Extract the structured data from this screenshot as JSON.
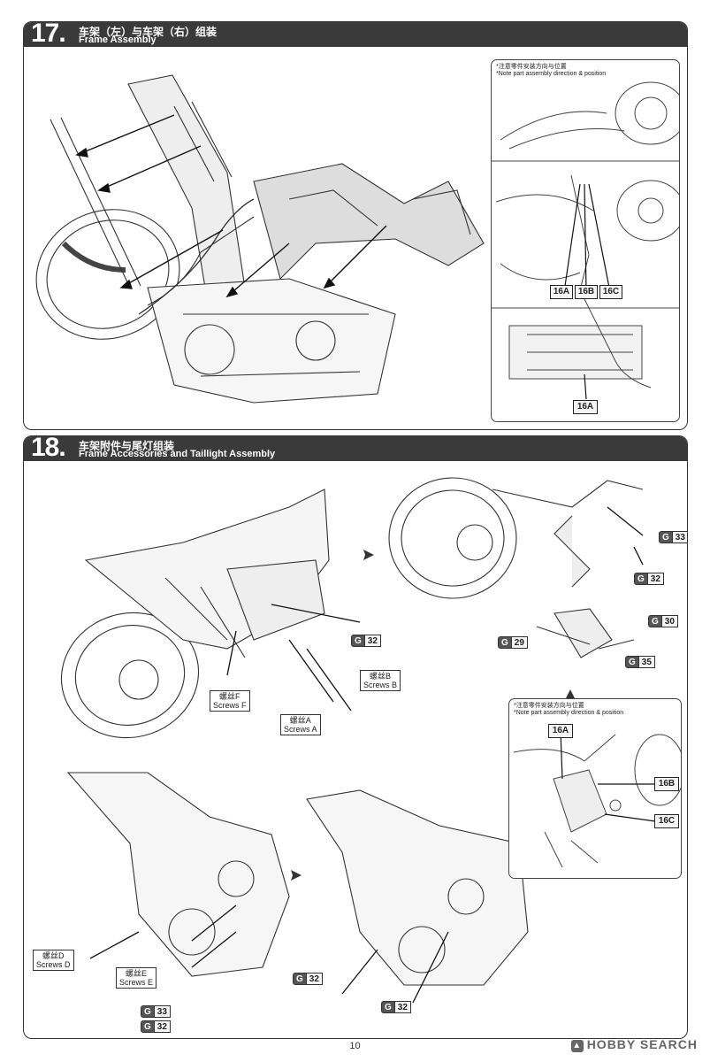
{
  "step17": {
    "number": "17.",
    "title_cn": "车架（左）与车架（右）组装",
    "title_en": "Frame Assembly",
    "note_cn": "*注意零件安装方向与位置",
    "note_en": "*Note part assembly direction & position",
    "tags": [
      "16A",
      "16B",
      "16C",
      "16A"
    ]
  },
  "step18": {
    "number": "18.",
    "title_cn": "车架附件与尾灯组装",
    "title_en": "Frame Accessories and Taillight Assembly",
    "note_cn": "*注意零件安装方向与位置",
    "note_en": "*Note part assembly direction & position",
    "inset_tags": [
      "16A",
      "16B",
      "16C"
    ],
    "gtags": {
      "g33a": "33",
      "g32a": "32",
      "g30": "30",
      "g29": "29",
      "g35": "35",
      "g32b": "32",
      "g33b": "33",
      "g32c": "32",
      "g32d": "32",
      "g32e": "32"
    },
    "g_letter": "G",
    "screws": {
      "f_cn": "螺丝F",
      "f_en": "Screws F",
      "b_cn": "螺丝B",
      "b_en": "Screws B",
      "a_cn": "螺丝A",
      "a_en": "Screws A",
      "d_cn": "螺丝D",
      "d_en": "Screws D",
      "e_cn": "螺丝E",
      "e_en": "Screws E"
    }
  },
  "footer": {
    "page_number": "10",
    "brand": "HOBBY SEARCH"
  }
}
